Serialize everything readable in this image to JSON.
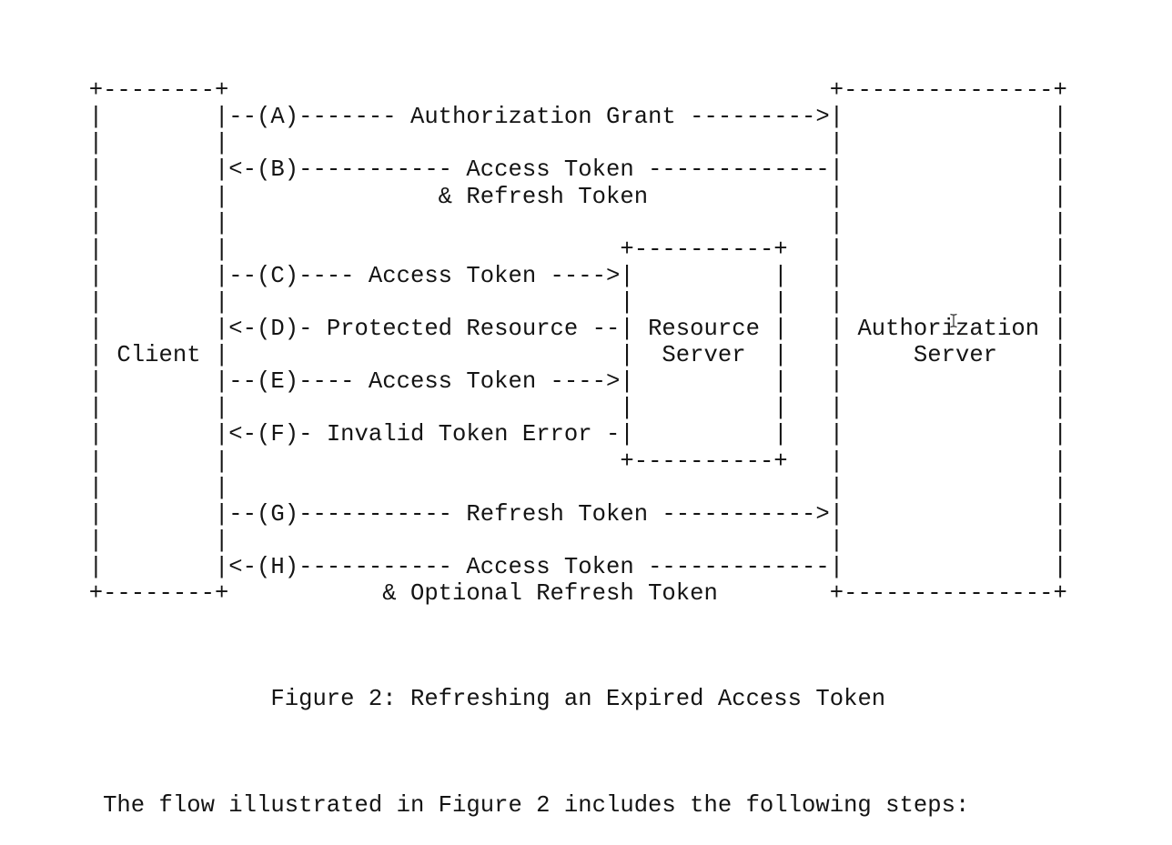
{
  "page": {
    "background_color": "#ffffff",
    "text_color": "#141414"
  },
  "figure": {
    "ascii_lines": [
      "  +--------+                                           +---------------+",
      "  |        |--(A)------- Authorization Grant --------->|               |",
      "  |        |                                           |               |",
      "  |        |<-(B)----------- Access Token -------------|               |",
      "  |        |               & Refresh Token             |               |",
      "  |        |                                           |               |",
      "  |        |                            +----------+   |               |",
      "  |        |--(C)---- Access Token ---->|          |   |               |",
      "  |        |                            |          |   |               |",
      "  |        |<-(D)- Protected Resource --| Resource |   | Authorization |",
      "  | Client |                            |  Server  |   |     Server    |",
      "  |        |--(E)---- Access Token ---->|          |   |               |",
      "  |        |                            |          |   |               |",
      "  |        |<-(F)- Invalid Token Error -|          |   |               |",
      "  |        |                            +----------+   |               |",
      "  |        |                                           |               |",
      "  |        |--(G)----------- Refresh Token ----------->|               |",
      "  |        |                                           |               |",
      "  |        |<-(H)----------- Access Token -------------|               |",
      "  +--------+           & Optional Refresh Token        +---------------+"
    ],
    "caption": "Figure 2: Refreshing an Expired Access Token",
    "entities": [
      "Client",
      "Resource Server",
      "Authorization Server"
    ],
    "steps": [
      {
        "label": "(A)",
        "from": "Client",
        "to": "Authorization Server",
        "message": "Authorization Grant"
      },
      {
        "label": "(B)",
        "from": "Authorization Server",
        "to": "Client",
        "message": "Access Token & Refresh Token"
      },
      {
        "label": "(C)",
        "from": "Client",
        "to": "Resource Server",
        "message": "Access Token"
      },
      {
        "label": "(D)",
        "from": "Resource Server",
        "to": "Client",
        "message": "Protected Resource"
      },
      {
        "label": "(E)",
        "from": "Client",
        "to": "Resource Server",
        "message": "Access Token"
      },
      {
        "label": "(F)",
        "from": "Resource Server",
        "to": "Client",
        "message": "Invalid Token Error"
      },
      {
        "label": "(G)",
        "from": "Client",
        "to": "Authorization Server",
        "message": "Refresh Token"
      },
      {
        "label": "(H)",
        "from": "Authorization Server",
        "to": "Client",
        "message": "Access Token & Optional Refresh Token"
      }
    ]
  },
  "body_text": {
    "paragraph": "The flow illustrated in Figure 2 includes the following steps:"
  },
  "cursor": {
    "kind": "text-ibeam",
    "visible": true,
    "color": "#3d3d3d"
  }
}
